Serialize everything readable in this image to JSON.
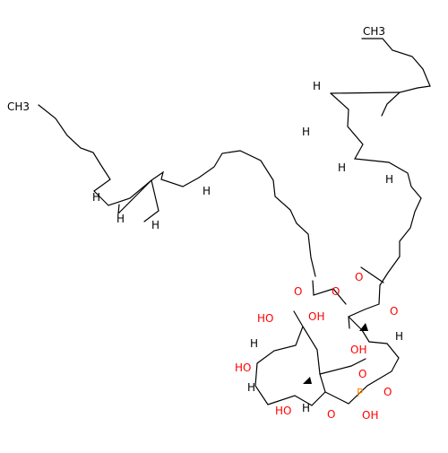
{
  "labels": {
    "ch3_right": "CH3",
    "ch3_left": "CH3",
    "h": "H",
    "o": "O",
    "oh": "OH",
    "ho": "HO",
    "p": "P"
  },
  "colors": {
    "bond": "#000000",
    "oxygen": "#ff0000",
    "phosphorus": "#ff8000",
    "background": "#ffffff"
  }
}
